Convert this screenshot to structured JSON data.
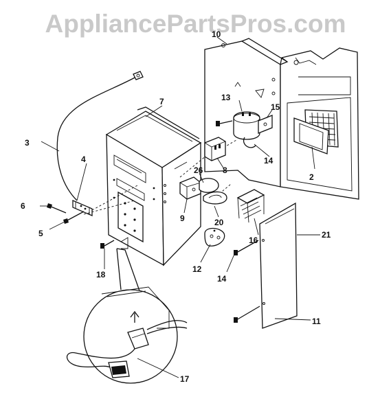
{
  "watermark": "AppliancePartsPros.com",
  "callouts": {
    "p2": "2",
    "p3": "3",
    "p4": "4",
    "p5": "5",
    "p6": "6",
    "p7": "7",
    "p8": "8",
    "p9": "9",
    "p10": "10",
    "p11": "11",
    "p12": "12",
    "p13": "13",
    "p14a": "14",
    "p14b": "14",
    "p15": "15",
    "p16": "16",
    "p17": "17",
    "p18": "18",
    "p20": "20",
    "p21": "21",
    "p26": "26"
  },
  "colors": {
    "line": "#111111",
    "watermark": "#c9c9c9",
    "background": "#ffffff"
  }
}
